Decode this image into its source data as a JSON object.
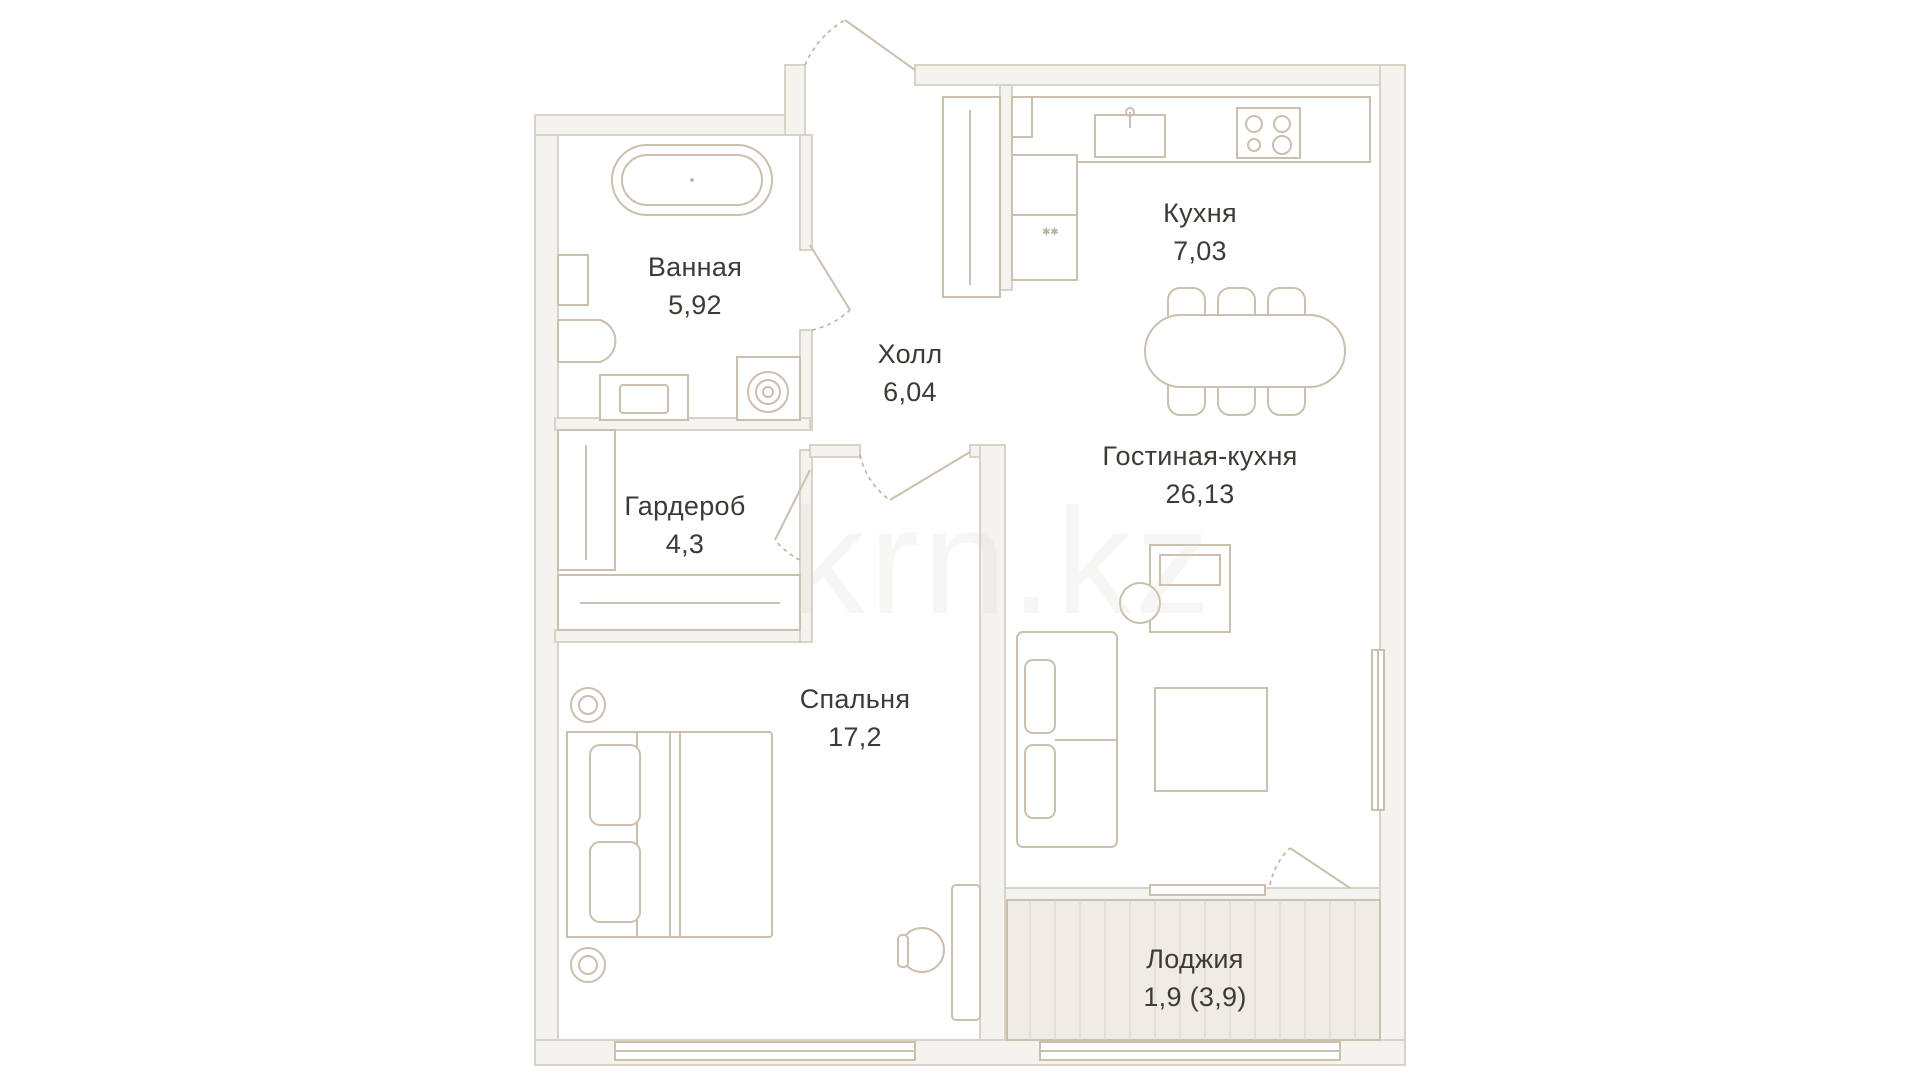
{
  "floor_plan": {
    "watermark": "krn.kz",
    "colors": {
      "wall": "#f5f3ef",
      "line": "#cbbfae",
      "text": "#3e3a35",
      "loggia_fill": "#efece6"
    },
    "rooms": [
      {
        "id": "bathroom",
        "name": "Ванная",
        "area": "5,92"
      },
      {
        "id": "hall",
        "name": "Холл",
        "area": "6,04"
      },
      {
        "id": "kitchen",
        "name": "Кухня",
        "area": "7,03"
      },
      {
        "id": "living_kitchen",
        "name": "Гостиная-кухня",
        "area": "26,13"
      },
      {
        "id": "wardrobe",
        "name": "Гардероб",
        "area": "4,3"
      },
      {
        "id": "bedroom",
        "name": "Спальня",
        "area": "17,2"
      },
      {
        "id": "loggia",
        "name": "Лоджия",
        "area": "1,9 (3,9)"
      }
    ]
  }
}
